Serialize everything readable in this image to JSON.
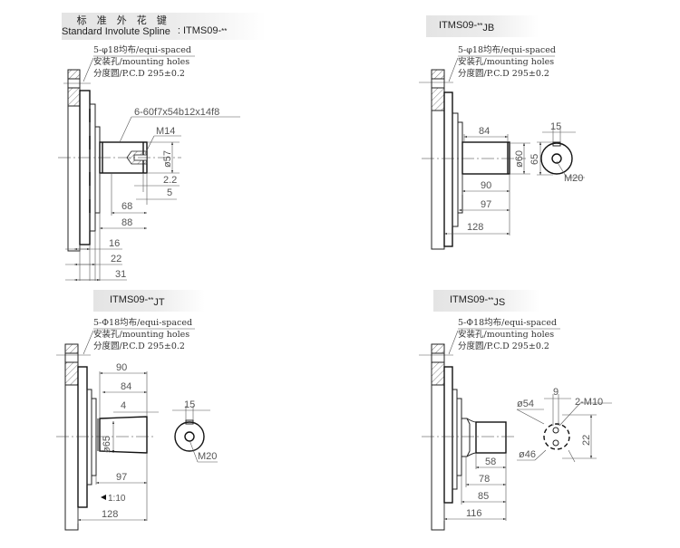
{
  "panels": {
    "standard": {
      "title_cn": "标 准 外 花 键",
      "title_en": "Standard Involute Spline",
      "code_prefix": ": ITMS09-",
      "code_stars": "**",
      "code_suffix": "",
      "notes": [
        "5-φ18均布/equi-spaced",
        "安装孔/mounting holes",
        "分度圆/P.C.D 295±0.2"
      ],
      "dims": {
        "spline": "6-60f7x54b12x14f8",
        "thread": "M14",
        "dia": "ø57",
        "d1": "2.2",
        "d2": "5",
        "d3": "68",
        "d4": "88",
        "d5": "16",
        "d6": "22",
        "d7": "31"
      }
    },
    "jb": {
      "code_prefix": "ITMS09-",
      "code_stars": "**",
      "code_suffix": "JB",
      "notes": [
        "5-φ18均布/equi-spaced",
        "安装孔/mounting holes",
        "分度圆/P.C.D 295±0.2"
      ],
      "dims": {
        "d84": "84",
        "dia": "ø60",
        "d65": "65",
        "d15": "15",
        "thread": "M20",
        "d90": "90",
        "d97": "97",
        "d128": "128"
      }
    },
    "jt": {
      "code_prefix": "ITMS09-",
      "code_stars": "**",
      "code_suffix": "JT",
      "notes": [
        "5-Φ18均布/equi-spaced",
        "安装孔/mounting holes",
        "分度圆/P.C.D 295±0.2"
      ],
      "dims": {
        "d90": "90",
        "d84": "84",
        "d4": "4",
        "d15": "15",
        "dia": "ø65",
        "thread": "M20",
        "d97": "97",
        "taper": "1:10",
        "d128": "128"
      }
    },
    "js": {
      "code_prefix": "ITMS09-",
      "code_stars": "**",
      "code_suffix": "JS",
      "notes": [
        "5-Φ18均布/equi-spaced",
        "安装孔/mounting holes",
        "分度圆/P.C.D 295±0.2"
      ],
      "dims": {
        "d9": "9",
        "thread": "2-M10",
        "dia54": "ø54",
        "dia46": "ø46",
        "d22": "22",
        "d58": "58",
        "d78": "78",
        "d85": "85",
        "d116": "116"
      }
    }
  }
}
